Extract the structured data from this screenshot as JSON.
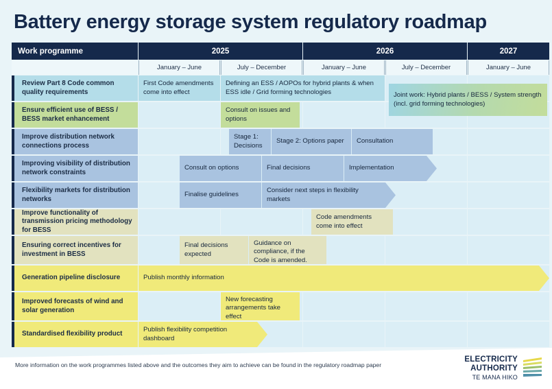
{
  "title": "Battery energy storage system regulatory roadmap",
  "header": {
    "work_programme_label": "Work programme",
    "years": [
      "2025",
      "2026",
      "2027"
    ],
    "periods": [
      "January – June",
      "July – December",
      "January – June",
      "July – December",
      "January – June"
    ]
  },
  "rows": [
    {
      "label": "Review Part 8 Code common quality requirements",
      "items": [
        {
          "text": "First Code amendments come into effect"
        },
        {
          "text": "Defining an ESS / AOPOs for hybrid plants & when ESS idle / Grid forming technologies"
        },
        {
          "text": "Joint work: Hybrid plants / BESS / System strength (incl. grid forming technologies)"
        }
      ]
    },
    {
      "label": "Ensure efficient use of BESS / BESS market enhancement",
      "items": [
        {
          "text": "Consult on issues and options"
        }
      ]
    },
    {
      "label": "Improve distribution network connections process",
      "items": [
        {
          "text": "Stage 1: Decisions"
        },
        {
          "text": "Stage 2: Options paper"
        },
        {
          "text": "Consultation"
        }
      ]
    },
    {
      "label": "Improving visibility of distribution network constraints",
      "items": [
        {
          "text": "Consult on options"
        },
        {
          "text": "Final decisions"
        },
        {
          "text": "Implementation"
        }
      ]
    },
    {
      "label": "Flexibility markets for distribution networks",
      "items": [
        {
          "text": "Finalise guidelines"
        },
        {
          "text": "Consider next steps in flexibility markets"
        }
      ]
    },
    {
      "label": "Improve functionality of transmission pricing methodology for BESS",
      "items": [
        {
          "text": "Code amendments come into effect"
        }
      ]
    },
    {
      "label": "Ensuring correct incentives for investment in BESS",
      "items": [
        {
          "text": "Final decisions expected"
        },
        {
          "text": "Guidance on compliance, if the Code is amended."
        }
      ]
    },
    {
      "label": "Generation pipeline disclosure",
      "items": [
        {
          "text": "Publish monthly information"
        }
      ]
    },
    {
      "label": "Improved forecasts of wind and solar generation",
      "items": [
        {
          "text": "New forecasting arrangements take effect"
        }
      ]
    },
    {
      "label": "Standardised flexibility product",
      "items": [
        {
          "text": "Publish flexibility competition dashboard"
        }
      ]
    }
  ],
  "footer": {
    "note": "More information on the work programmes listed above and the outcomes they aim to achieve can be found in the regulatory roadmap paper",
    "logo_line1": "ELECTRICITY",
    "logo_line2": "AUTHORITY",
    "logo_line3": "TE MANA HIKO"
  },
  "colors": {
    "navy": "#15294b",
    "page_bg": "#e9f4f8",
    "blue": "#b4dde9",
    "green": "#c3dd9b",
    "steel": "#a9c3e0",
    "khaki": "#e2e2bf",
    "yellow": "#f0ea7a",
    "lane_bg": "#dbeef6"
  }
}
